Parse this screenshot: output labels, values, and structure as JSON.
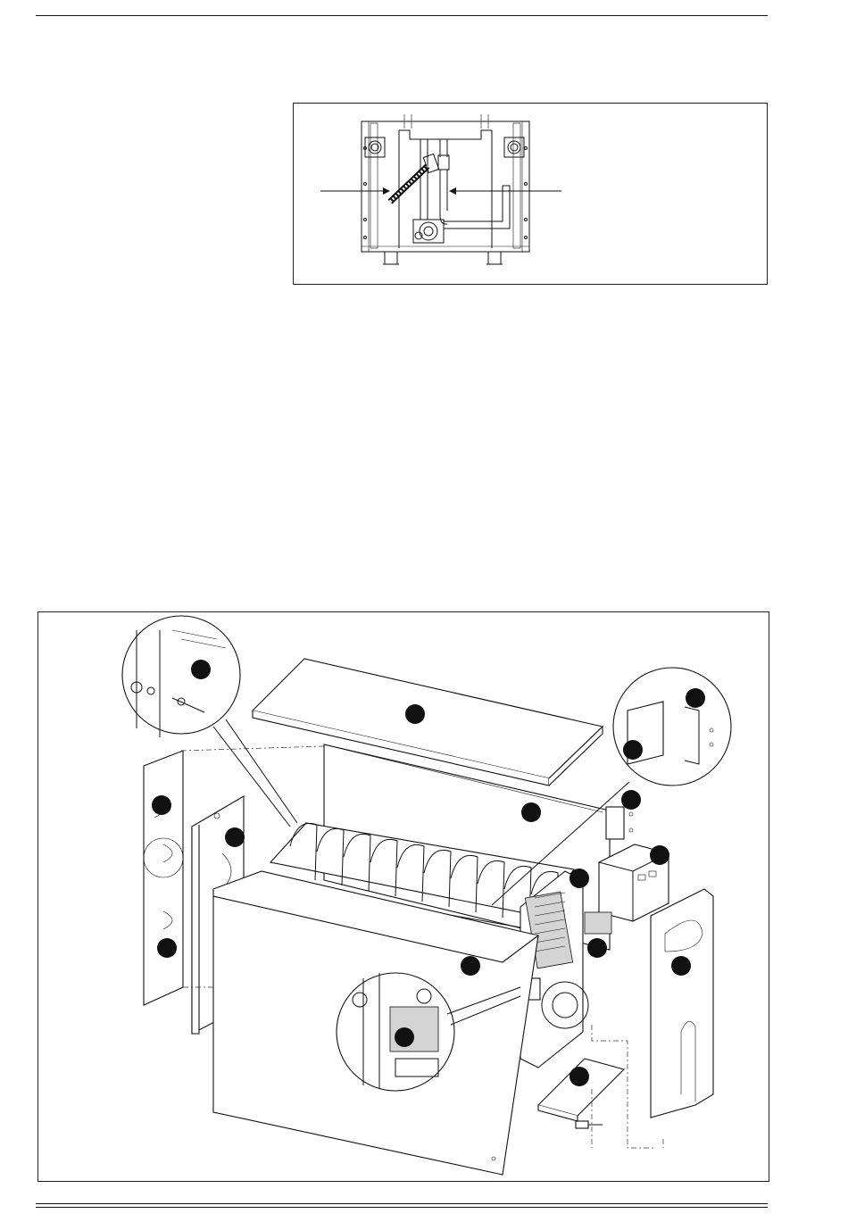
{
  "page": {
    "header_rule": true,
    "footer_rule": true
  },
  "figures": {
    "top": {
      "subject": "boiler-rear-connections",
      "icons": [
        "arrow-right-icon",
        "arrow-left-icon",
        "flexible-hose-icon",
        "pipe-bend-icon"
      ],
      "callout_count": 2
    },
    "exploded": {
      "subject": "boiler-exploded-view",
      "callout_count": 14,
      "callout_fill": "#111111",
      "panel_fill": "#ffffff",
      "highlight_fill": "#d4d4d4",
      "icons": [
        "detail-zoom-icon",
        "screw-icon",
        "washer-icon",
        "nut-icon",
        "bracket-icon"
      ]
    }
  }
}
